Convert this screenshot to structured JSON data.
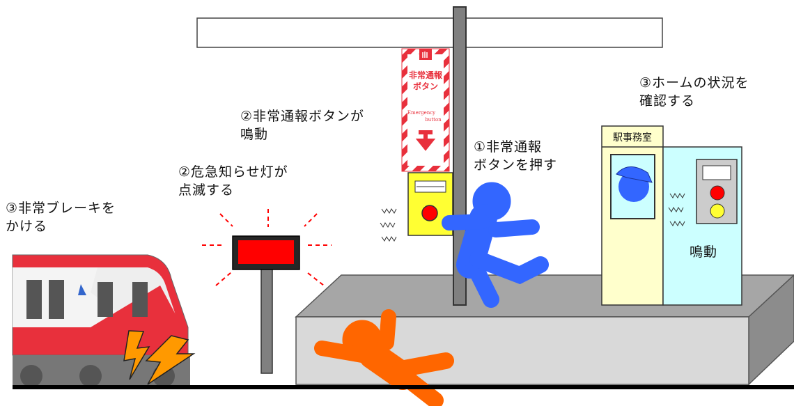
{
  "labels": {
    "brake": "③非常ブレーキを\n かける",
    "lamp": "②危急知らせ灯が\n 点滅する",
    "button_sounds": "②非常通報ボタンが\n 鳴動",
    "press_button": "①非常通報\n ボタンを押す",
    "check_platform": "③ホームの状況を\n 確認する",
    "office_sounds": "鳴動"
  },
  "sign": {
    "title_line1": "非常通報",
    "title_line2": "ボタン",
    "english_line1": "Emergency",
    "english_line2": "button"
  },
  "office": {
    "name": "駅事務室"
  },
  "colors": {
    "train_red": "#e8303c",
    "lamp_red": "#ff0000",
    "button_yellow": "#ffff33",
    "person_blue": "#3366ff",
    "person_orange": "#ff6600",
    "office_yellow": "#ffffcc",
    "office_cyan": "#ccffff",
    "platform_gray": "#d9d9d9"
  }
}
